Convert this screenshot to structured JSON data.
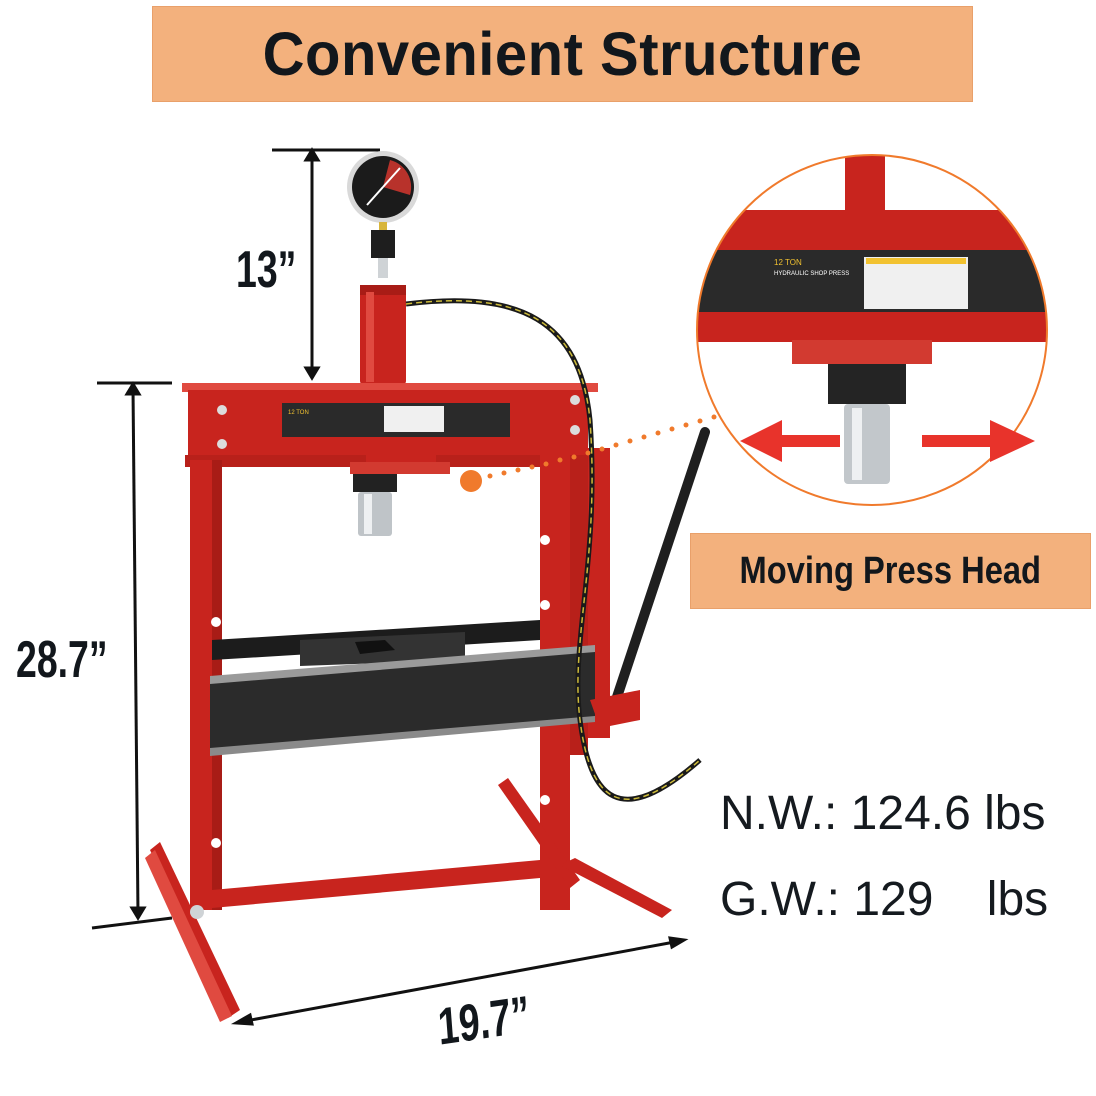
{
  "header": {
    "title": "Convenient Structure"
  },
  "callout": {
    "label": "Moving Press Head",
    "accent_color": "#f07a2c",
    "arrow_color": "#e8332b"
  },
  "dimensions": {
    "top_height": "13”",
    "frame_height": "28.7”",
    "base_width": "19.7”"
  },
  "specs": {
    "net_weight_label": "N.W.:",
    "net_weight_value": "124.6 lbs",
    "gross_weight_label": "G.W.:",
    "gross_weight_value": "129    lbs"
  },
  "product": {
    "plate_title": "12 TON",
    "plate_subtitle": "HYDRAULIC SHOP PRESS",
    "frame_color": "#c8241e",
    "banner_color": "#f3b17d"
  }
}
